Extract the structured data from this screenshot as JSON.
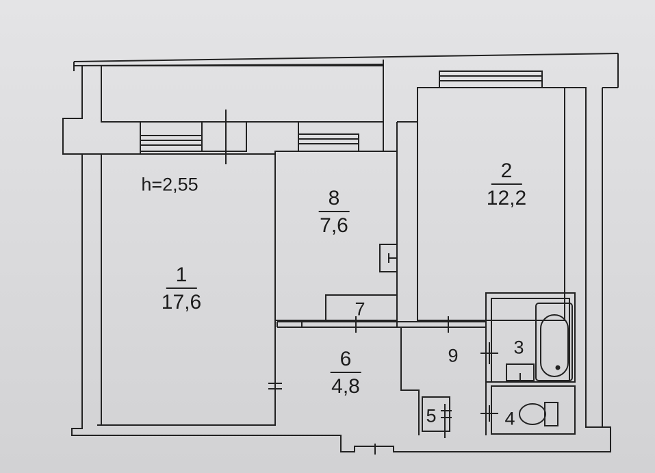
{
  "plan": {
    "ceiling_height": "h=2,55",
    "rooms": [
      {
        "id": "room-1",
        "number": "1",
        "area": "17,6"
      },
      {
        "id": "room-2",
        "number": "2",
        "area": "12,2"
      },
      {
        "id": "room-3",
        "number": "3",
        "area": ""
      },
      {
        "id": "room-4",
        "number": "4",
        "area": ""
      },
      {
        "id": "room-5",
        "number": "5",
        "area": ""
      },
      {
        "id": "room-6",
        "number": "6",
        "area": "4,8"
      },
      {
        "id": "room-7",
        "number": "7",
        "area": ""
      },
      {
        "id": "room-8",
        "number": "8",
        "area": "7,6"
      },
      {
        "id": "room-9",
        "number": "9",
        "area": ""
      }
    ]
  },
  "colors": {
    "ink": "#222222",
    "paper": "#dcdcde"
  }
}
